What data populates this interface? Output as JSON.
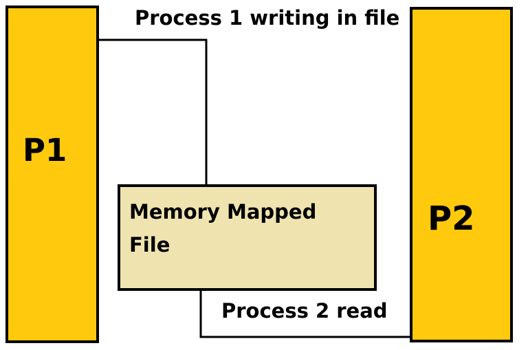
{
  "process_1": {
    "label": "P1",
    "color": "#FFC90E"
  },
  "process_2": {
    "label": "P2",
    "color": "#FFC90E"
  },
  "memory_mapped_file": {
    "label": "Memory Mapped File",
    "color": "#EFE4B0"
  },
  "captions": {
    "write": "Process 1 writing in file",
    "read": "Process 2 read"
  }
}
